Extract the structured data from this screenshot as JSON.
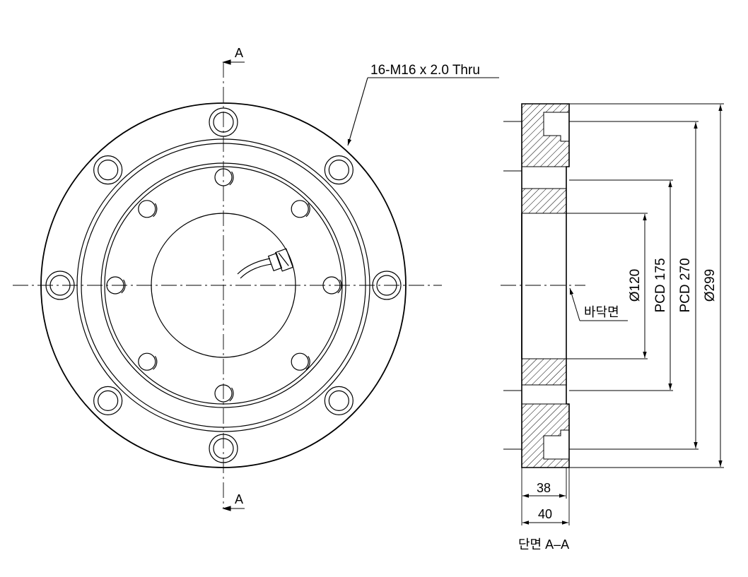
{
  "front_view": {
    "section_mark_top": "A",
    "section_mark_bottom": "A",
    "hole_callout": "16-M16 x 2.0 Thru"
  },
  "section_view": {
    "bottom_face_label": "바닥면",
    "dimensions": {
      "bore": "Ø120",
      "pcd_inner": "PCD 175",
      "pcd_outer": "PCD 270",
      "outer_diameter": "Ø299",
      "thickness_inner": "38",
      "thickness_total": "40"
    },
    "caption": "단면 A–A"
  }
}
